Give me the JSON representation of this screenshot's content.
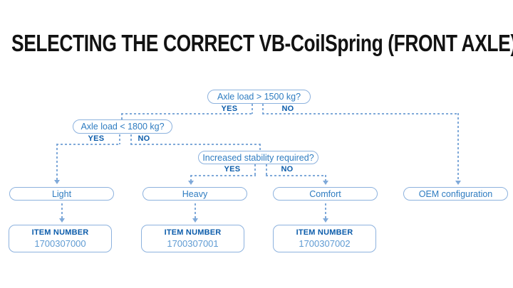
{
  "title": "SELECTING THE CORRECT VB-CoilSpring (FRONT AXLE)",
  "flow": {
    "decisions": [
      {
        "question": "Axle load > 1500 kg?",
        "yes": "YES",
        "no": "NO"
      },
      {
        "question": "Axle load < 1800 kg?",
        "yes": "YES",
        "no": "NO"
      },
      {
        "question": "Increased stability required?",
        "yes": "YES",
        "no": "NO"
      }
    ],
    "outcomes": [
      {
        "label": "Light"
      },
      {
        "label": "Heavy"
      },
      {
        "label": "Comfort"
      },
      {
        "label": "OEM configuration"
      }
    ],
    "items": [
      {
        "label": "ITEM NUMBER",
        "number": "1700307000"
      },
      {
        "label": "ITEM NUMBER",
        "number": "1700307001"
      },
      {
        "label": "ITEM NUMBER",
        "number": "1700307002"
      }
    ]
  },
  "colors": {
    "line": "#7fa9d9",
    "box_border": "#8db2de",
    "question_text": "#2e7cc1",
    "yes_no_text": "#0d5dab",
    "item_number_text": "#5f9bd3",
    "title_text": "#121212",
    "background": "#ffffff"
  }
}
